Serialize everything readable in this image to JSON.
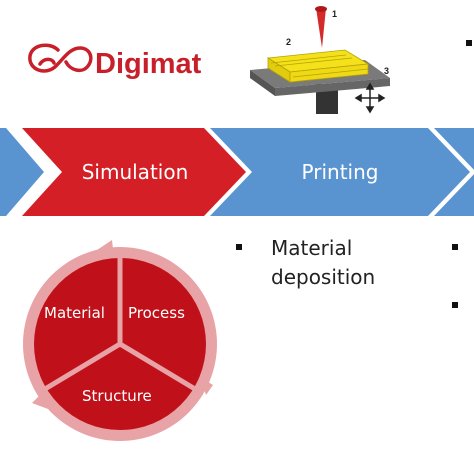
{
  "logo": {
    "name": "Digimat",
    "icon": "digimat-logo-icon"
  },
  "printer_figure": {
    "labels": [
      "1",
      "2",
      "3"
    ],
    "icon": "3d-printer-nozzle-icon"
  },
  "process_chain": {
    "steps": [
      "Simulation",
      "Printing"
    ]
  },
  "bullets": {
    "printing": [
      "Material\ndeposition"
    ]
  },
  "cycle": {
    "segments": [
      "Material",
      "Process",
      "Structure"
    ]
  },
  "colors": {
    "brand_red": "#c8202a",
    "arrow_red": "#d41f26",
    "arrow_blue": "#5a94d0",
    "cycle_dark": "#c0111a",
    "cycle_light": "#e8a3a6"
  }
}
